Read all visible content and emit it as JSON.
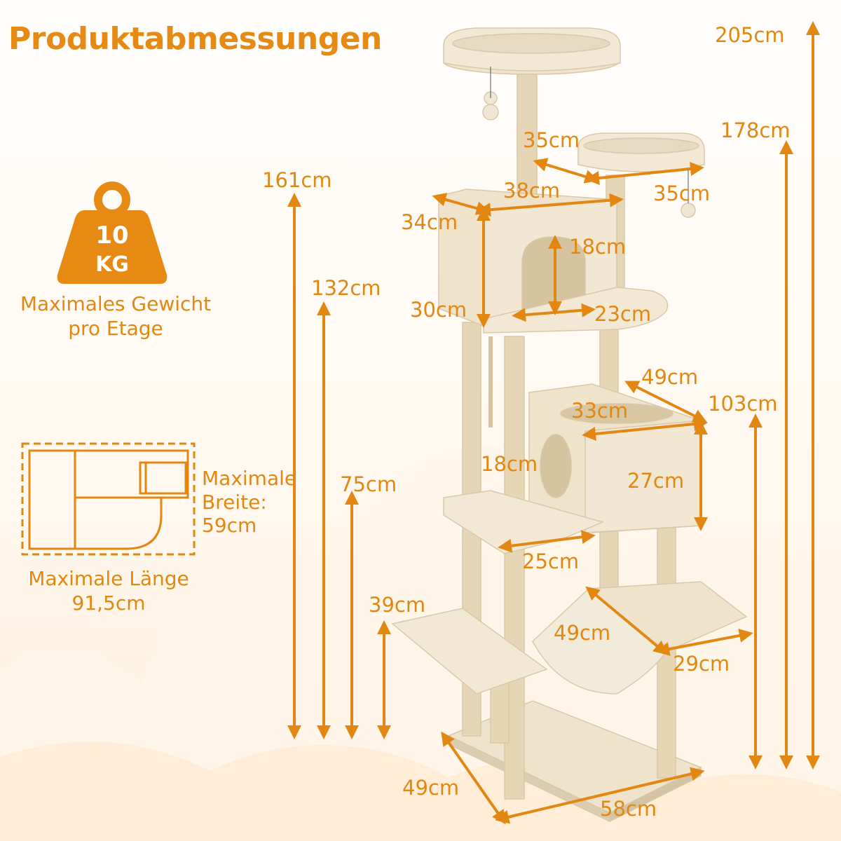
{
  "title": "Produktabmessungen",
  "weight": {
    "amount": "10",
    "unit": "KG",
    "caption_line1": "Maximales Gewicht",
    "caption_line2": "pro Etage",
    "icon": "weight-icon"
  },
  "footprint": {
    "width_line1": "Maximale",
    "width_line2": "Breite:",
    "width_line3": "59cm",
    "length_line1": "Maximale Länge",
    "length_line2": "91,5cm",
    "icon": "footprint-icon"
  },
  "heights": {
    "h205": "205cm",
    "h178": "178cm",
    "h161": "161cm",
    "h132": "132cm",
    "h103": "103cm",
    "h75": "75cm",
    "h39": "39cm"
  },
  "dimensions": {
    "top_bed_depth": "35cm",
    "top_bed_width": "35cm",
    "condo_top_width": "38cm",
    "condo_top_depth": "34cm",
    "condo_top_door": "18cm",
    "condo_top_height": "30cm",
    "condo_top_floor": "23cm",
    "condo_mid_depth": "49cm",
    "condo_mid_width": "33cm",
    "condo_mid_door": "18cm",
    "condo_mid_height": "27cm",
    "platform_width": "25cm",
    "hammock_length": "49cm",
    "hammock_width": "29cm",
    "base_depth": "49cm",
    "base_width": "58cm"
  },
  "colors": {
    "accent": "#e28812",
    "plush": "#efe3cc",
    "sisal": "#e6d6b6"
  }
}
